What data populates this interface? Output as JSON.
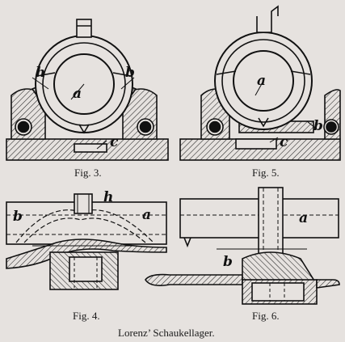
{
  "figures": [
    {
      "id": "fig3",
      "caption": "Fig. 3."
    },
    {
      "id": "fig5",
      "caption": "Fig. 5."
    },
    {
      "id": "fig4",
      "caption": "Fig. 4."
    },
    {
      "id": "fig6",
      "caption": "Fig. 6."
    }
  ],
  "labels": {
    "fig3_h": "h",
    "fig3_a": "a",
    "fig3_b": "b",
    "fig3_c": "c",
    "fig5_a": "a",
    "fig5_b": "b",
    "fig5_c": "c",
    "fig4_h": "h",
    "fig4_b": "b",
    "fig4_a": "a",
    "fig6_a": "a",
    "fig6_b": "b"
  },
  "title": "Lorenz’ Schaukellager."
}
